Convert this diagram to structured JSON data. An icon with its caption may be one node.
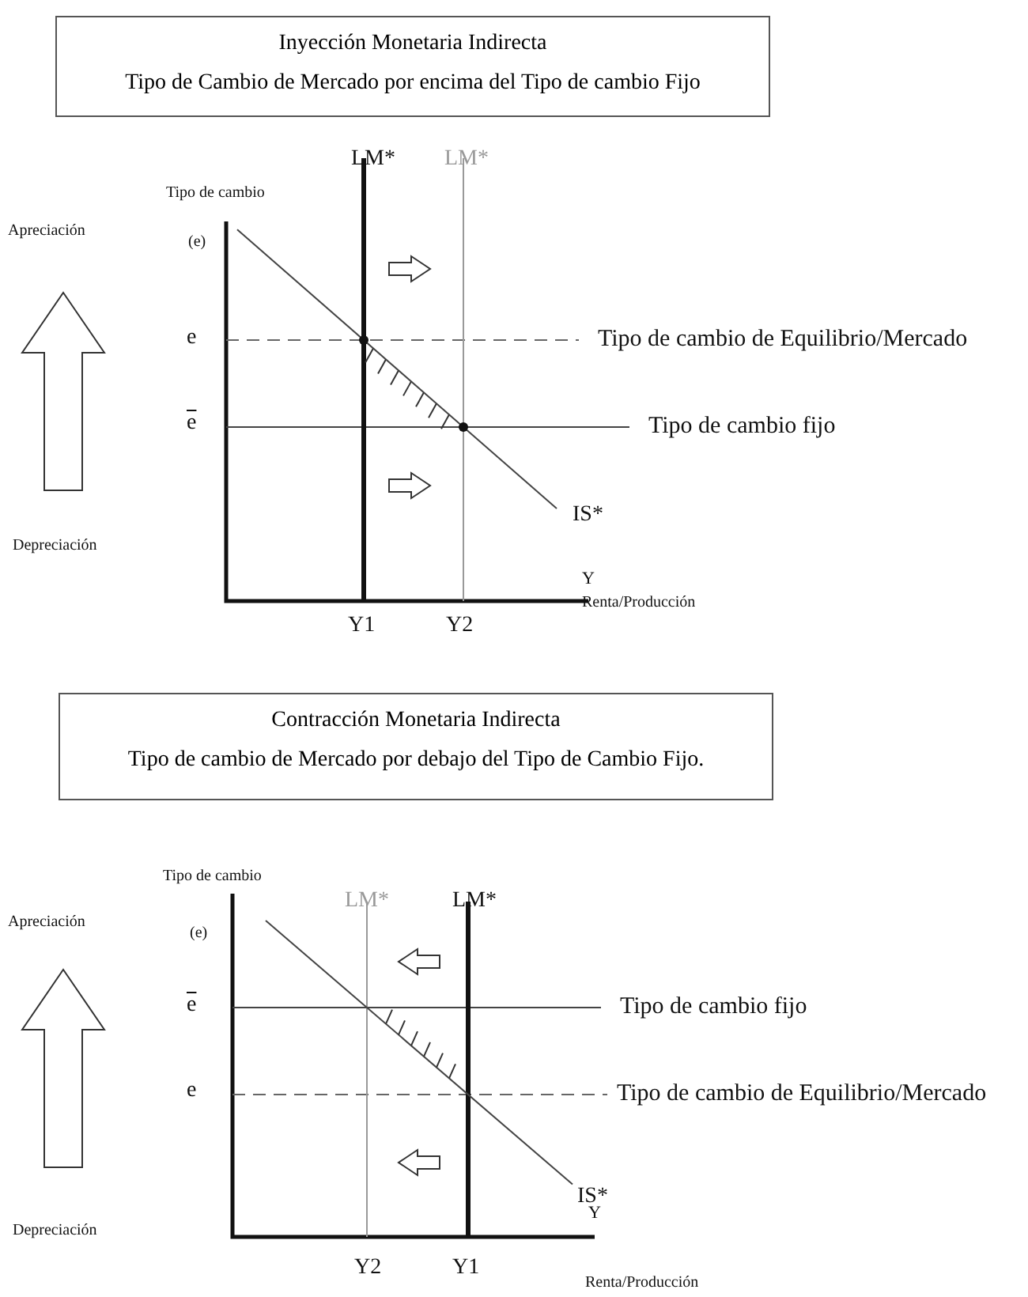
{
  "diagram": {
    "nodes": [
      {
        "text": [
          "Inyección Monetaria Indirecta",
          "Tipo de Cambio de Mercado por encima del Tipo de cambio Fijo"
        ]
      },
      {
        "text": [
          "Contracción Monetaria Indirecta",
          "Tipo de cambio de Mercado por debajo del Tipo de Cambio Fijo."
        ]
      }
    ],
    "edges": [],
    "labels": [
      "Tipo de cambio",
      "LM*",
      "LM*",
      "Apreciación",
      "(e)",
      "e",
      "Tipo de cambio de Equilibrio/Mercado",
      "e",
      "Tipo de cambio fijo",
      "IS*",
      "Depreciación",
      "Y",
      "Y1",
      "Y2",
      "Renta/Producción",
      "Tipo de cambio",
      "LM*",
      "LM*",
      "Apreciación",
      "(e)",
      "e",
      "Tipo de cambio fijo",
      "e",
      "Tipo de cambio de Equilibrio/Mercado",
      "IS*",
      "Depreciación",
      "Y",
      "Y2",
      "Y1",
      "Renta/Producción"
    ]
  }
}
